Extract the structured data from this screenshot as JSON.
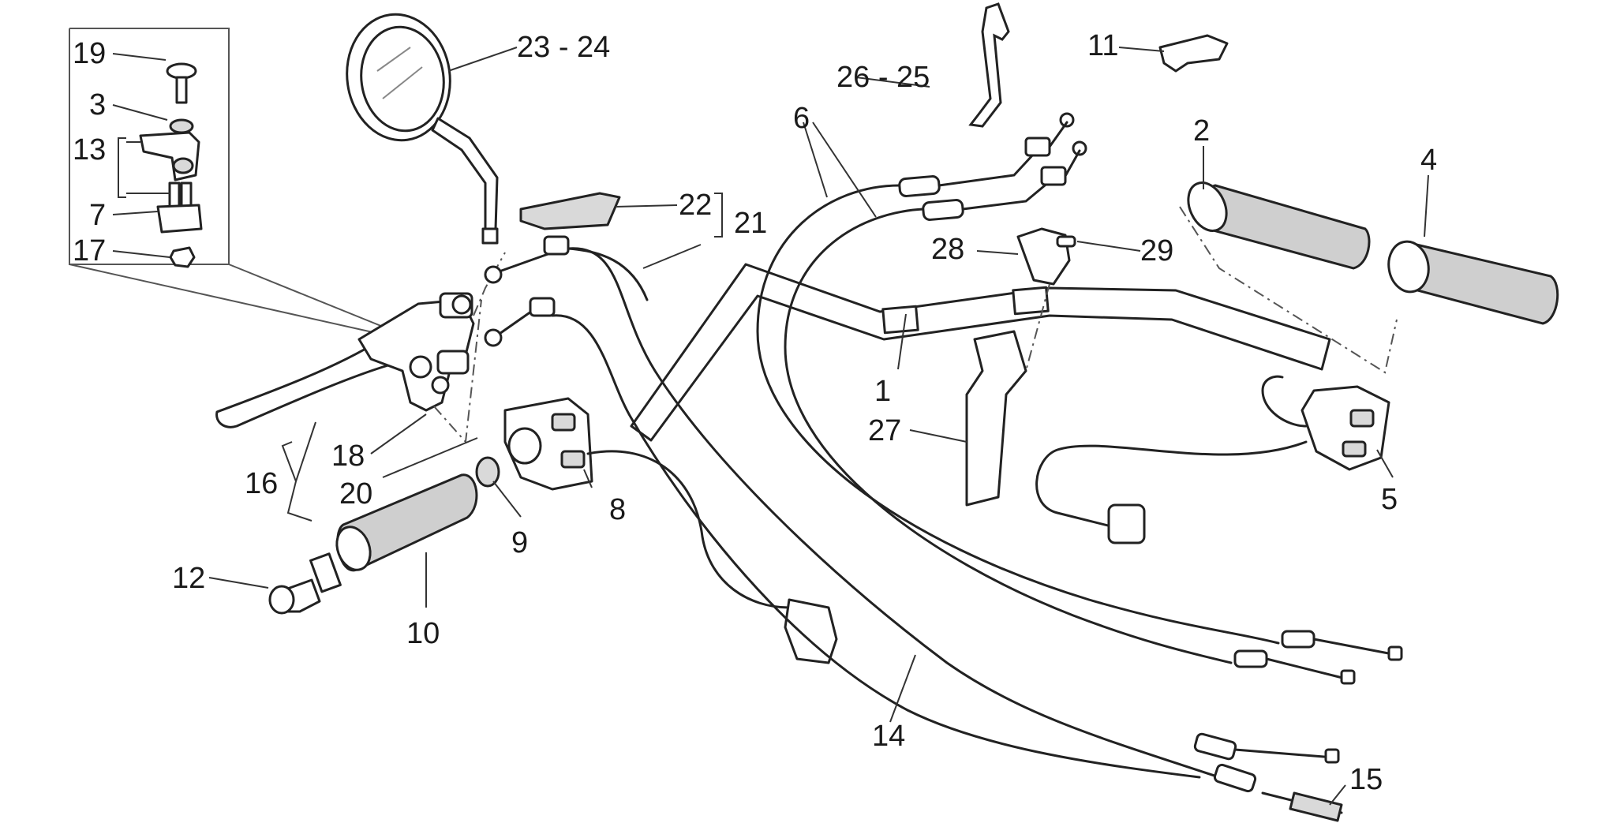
{
  "callouts": {
    "c1": "1",
    "c2": "2",
    "c3": "3",
    "c4": "4",
    "c5": "5",
    "c6": "6",
    "c7": "7",
    "c8": "8",
    "c9": "9",
    "c10": "10",
    "c11": "11",
    "c12": "12",
    "c13": "13",
    "c14": "14",
    "c15": "15",
    "c16": "16",
    "c17": "17",
    "c18": "18",
    "c19": "19",
    "c20": "20",
    "c21": "21",
    "c22": "22",
    "c23_24": "23 - 24",
    "c26_25": "26 - 25",
    "c27": "27",
    "c28": "28",
    "c29": "29"
  },
  "colors": {
    "line": "#222222",
    "background": "#ffffff",
    "grip_fill": "#cfcfcf"
  }
}
